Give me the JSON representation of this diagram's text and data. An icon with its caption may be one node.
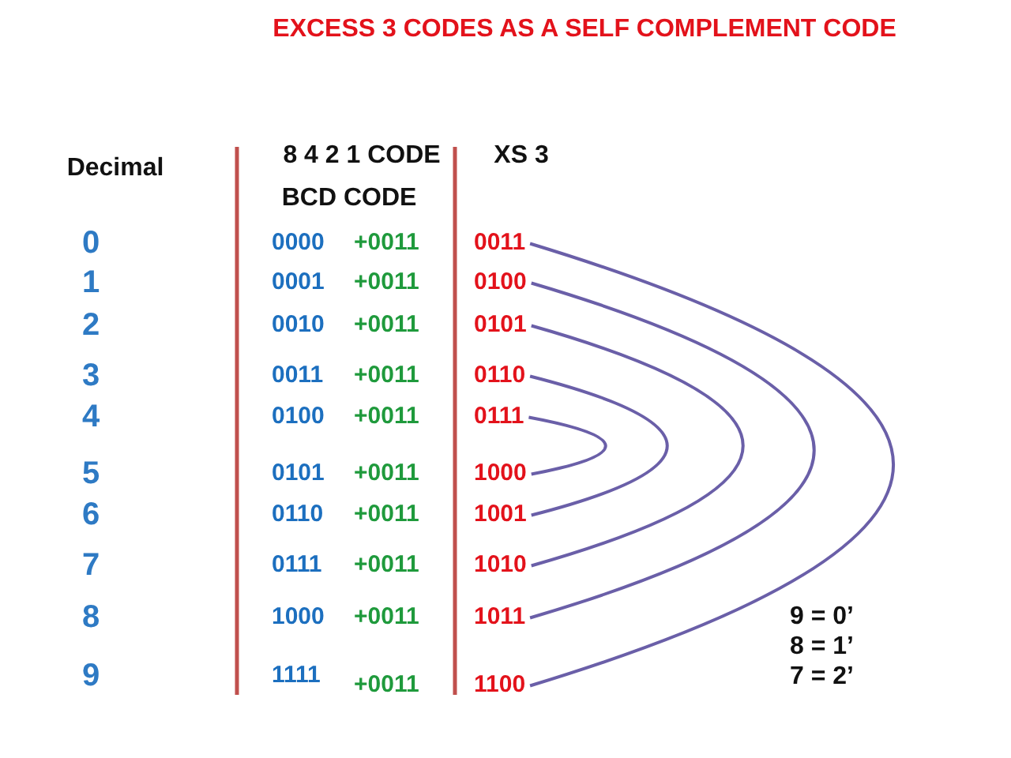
{
  "diagram": {
    "title": "EXCESS 3 CODES AS A SELF COMPLEMENT CODE",
    "nodes": [
      {
        "text": [
          "0011"
        ]
      },
      {
        "text": [
          "0100"
        ]
      },
      {
        "text": [
          "0101"
        ]
      },
      {
        "text": [
          "0110"
        ]
      },
      {
        "text": [
          "0111"
        ]
      },
      {
        "text": [
          "1000"
        ]
      },
      {
        "text": [
          "1001"
        ]
      },
      {
        "text": [
          "1010"
        ]
      },
      {
        "text": [
          "1011"
        ]
      },
      {
        "text": [
          "1100"
        ]
      }
    ],
    "edges": [
      {
        "from": 0,
        "to": 9,
        "arrow": "none"
      },
      {
        "from": 1,
        "to": 8,
        "arrow": "none"
      },
      {
        "from": 2,
        "to": 7,
        "arrow": "none"
      },
      {
        "from": 3,
        "to": 6,
        "arrow": "none"
      },
      {
        "from": 4,
        "to": 5,
        "arrow": "none"
      }
    ],
    "labels": [
      "Decimal",
      "8 4 2 1 CODE",
      "XS 3",
      "BCD CODE",
      "0",
      "0000",
      "+0011",
      "1",
      "0001",
      "+0011",
      "2",
      "0010",
      "+0011",
      "3",
      "0011",
      "+0011",
      "4",
      "0100",
      "+0011",
      "5",
      "0101",
      "+0011",
      "6",
      "0110",
      "+0011",
      "7",
      "0111",
      "+0011",
      "8",
      "1000",
      "+0011",
      "9",
      "1111",
      "+0011",
      "9 = 0’",
      "8 = 1’",
      "7 = 2’"
    ]
  }
}
